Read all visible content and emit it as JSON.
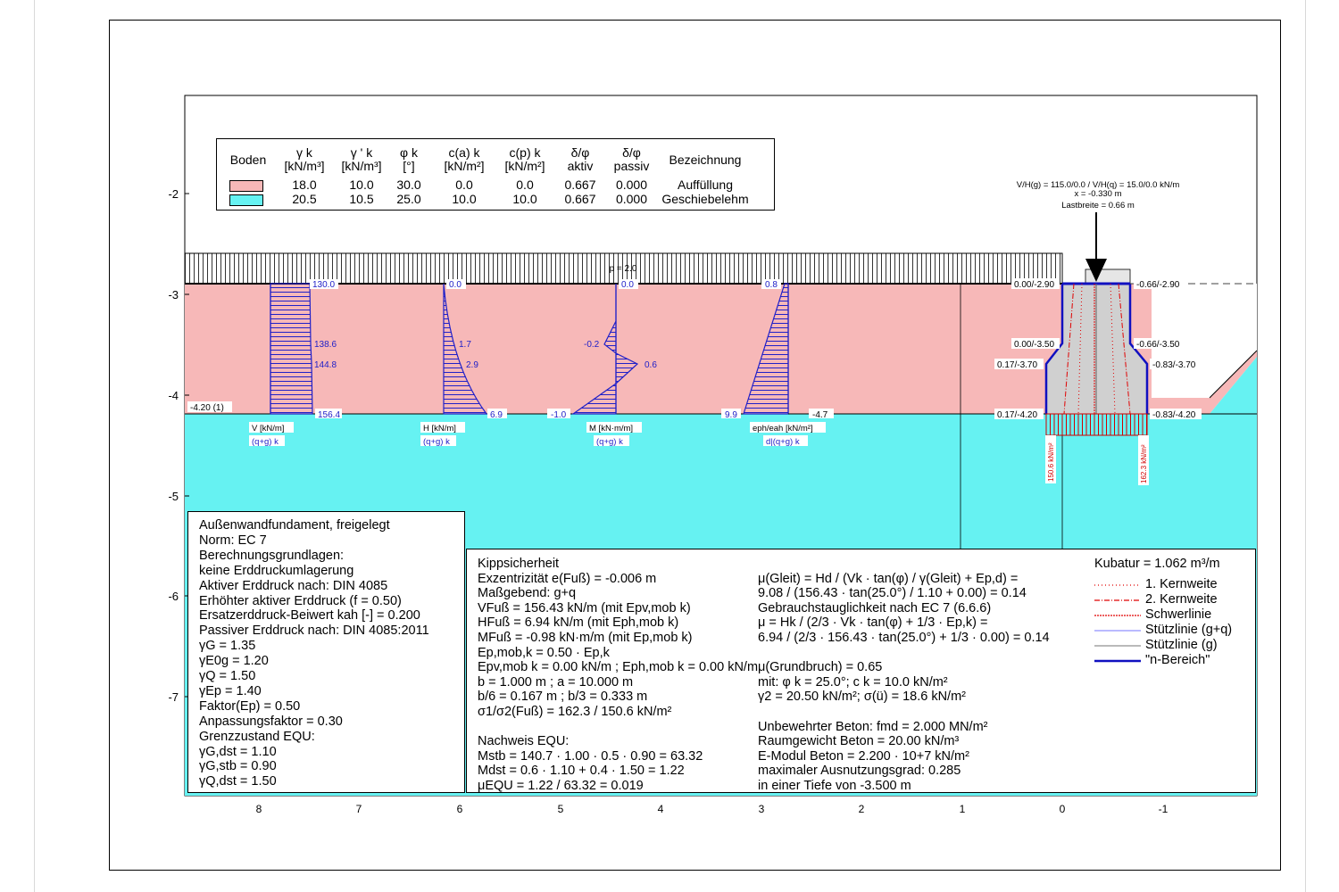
{
  "soil_table": {
    "headers": [
      "Boden",
      "γ k\n[kN/m³]",
      "γ ' k\n[kN/m³]",
      "φ k\n[°]",
      "c(a) k\n[kN/m²]",
      "c(p) k\n[kN/m²]",
      "δ/φ\naktiv",
      "δ/φ\npassiv",
      "Bezeichnung"
    ],
    "rows": [
      {
        "color": "#f7b8b8",
        "values": [
          "18.0",
          "10.0",
          "30.0",
          "0.0",
          "0.0",
          "0.667",
          "0.000",
          "Auffüllung"
        ]
      },
      {
        "color": "#66f2f2",
        "values": [
          "20.5",
          "10.5",
          "25.0",
          "10.0",
          "10.0",
          "0.667",
          "0.000",
          "Geschiebelehm"
        ]
      }
    ]
  },
  "y_ticks": [
    "-2",
    "-3",
    "-4",
    "-5",
    "-6",
    "-7"
  ],
  "x_ticks": [
    "8",
    "7",
    "6",
    "5",
    "4",
    "3",
    "2",
    "1",
    "0",
    "-1"
  ],
  "load": {
    "line1": "V/H(g) = 115.0/0.0 / V/H(q) = 15.0/0.0 kN/m",
    "line2": "x = -0.330 m",
    "line3": "Lastbreite = 0.66 m",
    "p_label": "p = 2.0"
  },
  "diagram_labels": {
    "v_top": "130.0",
    "v_mid1": "138.6",
    "v_mid2": "144.8",
    "v_bot": "156.4",
    "h_top": "0.0",
    "h_mid1": "1.7",
    "h_mid2": "2.9",
    "h_bot": "6.9",
    "m_top": "0.0",
    "m_mid1": "-0.2",
    "m_mid2": "0.6",
    "m_bot": "-1.0",
    "e_top": "0.8",
    "e_bot": "9.9",
    "e_right": "-4.7",
    "depth_left": "-4.20 (1)",
    "v_title": "V [kN/m]",
    "v_sub": "(q+g) k",
    "h_title": "H [kN/m]",
    "h_sub": "(q+g) k",
    "m_title": "M [kN·m/m]",
    "m_sub": "(q+g) k",
    "e_title": "eph/eah [kN/m²]",
    "e_sub": "d|(q+g) k"
  },
  "foundation_labels": {
    "l1": "0.00/-2.90",
    "r1": "-0.66/-2.90",
    "l2": "0.00/-3.50",
    "r2": "-0.66/-3.50",
    "l3": "0.17/-3.70",
    "r3": "-0.83/-3.70",
    "l4": "0.17/-4.20",
    "r4": "-0.83/-4.20",
    "stress_left": "150.6 kN/m²",
    "stress_right": "162.3 kN/m²"
  },
  "info_box": [
    "Außenwandfundament, freigelegt",
    "Norm:  EC 7",
    "Berechnungsgrundlagen:",
    "keine Erddruckumlagerung",
    "Aktiver Erddruck nach: DIN 4085",
    "Erhöhter aktiver Erddruck (f = 0.50)",
    "Ersatzerddruck-Beiwert kah [-] = 0.200",
    "Passiver Erddruck nach: DIN 4085:2011",
    "γG = 1.35",
    "γE0g = 1.20",
    "γQ = 1.50",
    "γEp = 1.40",
    "Faktor(Ep) = 0.50",
    "Anpassungsfaktor = 0.30",
    "Grenzzustand EQU:",
    "γG,dst = 1.10",
    "γG,stb = 0.90",
    "γQ,dst = 1.50"
  ],
  "results_col1": [
    "Kippsicherheit",
    "Exzentrizität e(Fuß) = -0.006 m",
    "Maßgebend: g+q",
    "VFuß = 156.43 kN/m (mit Epv,mob k)",
    "HFuß = 6.94 kN/m (mit Eph,mob k)",
    "MFuß = -0.98 kN·m/m (mit Ep,mob k)",
    "Ep,mob,k = 0.50 · Ep,k",
    "Epv,mob k = 0.00 kN/m ; Eph,mob k = 0.00 kN/m",
    "b = 1.000 m ;  a = 10.000 m",
    "b/6 = 0.167 m ;  b/3 = 0.333 m",
    "σ1/σ2(Fuß) = 162.3 / 150.6 kN/m²",
    "",
    "Nachweis EQU:",
    "Mstb = 140.7 · 1.00 · 0.5 · 0.90 = 63.32",
    "Mdst = 0.6 · 1.10 + 0.4 · 1.50 = 1.22",
    "μEQU = 1.22 / 63.32 = 0.019"
  ],
  "results_col2": [
    "",
    "μ(Gleit) = Hd / (Vk · tan(φ) / γ(Gleit) + Ep,d) =",
    "9.08 / (156.43 · tan(25.0°)  / 1.10 + 0.00) = 0.14",
    "Gebrauchstauglichkeit nach EC 7 (6.6.6)",
    "μ = Hk / (2/3 · Vk · tan(φ) + 1/3 · Ep,k) =",
    "6.94 / (2/3 · 156.43 · tan(25.0°)  + 1/3 · 0.00) = 0.14",
    "",
    "μ(Grundbruch) = 0.65",
    "mit: φ k = 25.0°; c k = 10.0 kN/m²",
    "γ2 = 20.50 kN/m²; σ(ü) = 18.6 kN/m²",
    "",
    "Unbewehrter Beton: fmd = 2.000 MN/m²",
    "Raumgewicht Beton = 20.00 kN/m³",
    "E-Modul Beton =  2.200 · 10+7 kN/m²",
    "maximaler Ausnutzungsgrad: 0.285",
    "in einer Tiefe von -3.500 m"
  ],
  "legend": {
    "title": "Kubatur = 1.062 m³/m",
    "items": [
      {
        "label": "1. Kernweite",
        "color": "#e00000",
        "dash": "1,3"
      },
      {
        "label": "2. Kernweite",
        "color": "#e00000",
        "dash": "6,2,1,2"
      },
      {
        "label": "Schwerlinie",
        "color": "#e00000",
        "dash": "2,1"
      },
      {
        "label": "Stützlinie (g+q)",
        "color": "#9090ff",
        "dash": ""
      },
      {
        "label": "Stützlinie (g)",
        "color": "#909090",
        "dash": ""
      },
      {
        "label": "\"n-Bereich\"",
        "color": "#1010c0",
        "dash": ""
      }
    ]
  },
  "colors": {
    "fill_soil": "#f7b8b8",
    "clay": "#66f2f2",
    "diagram_blue": "#2020c8",
    "concrete": "#d0d0d0"
  }
}
